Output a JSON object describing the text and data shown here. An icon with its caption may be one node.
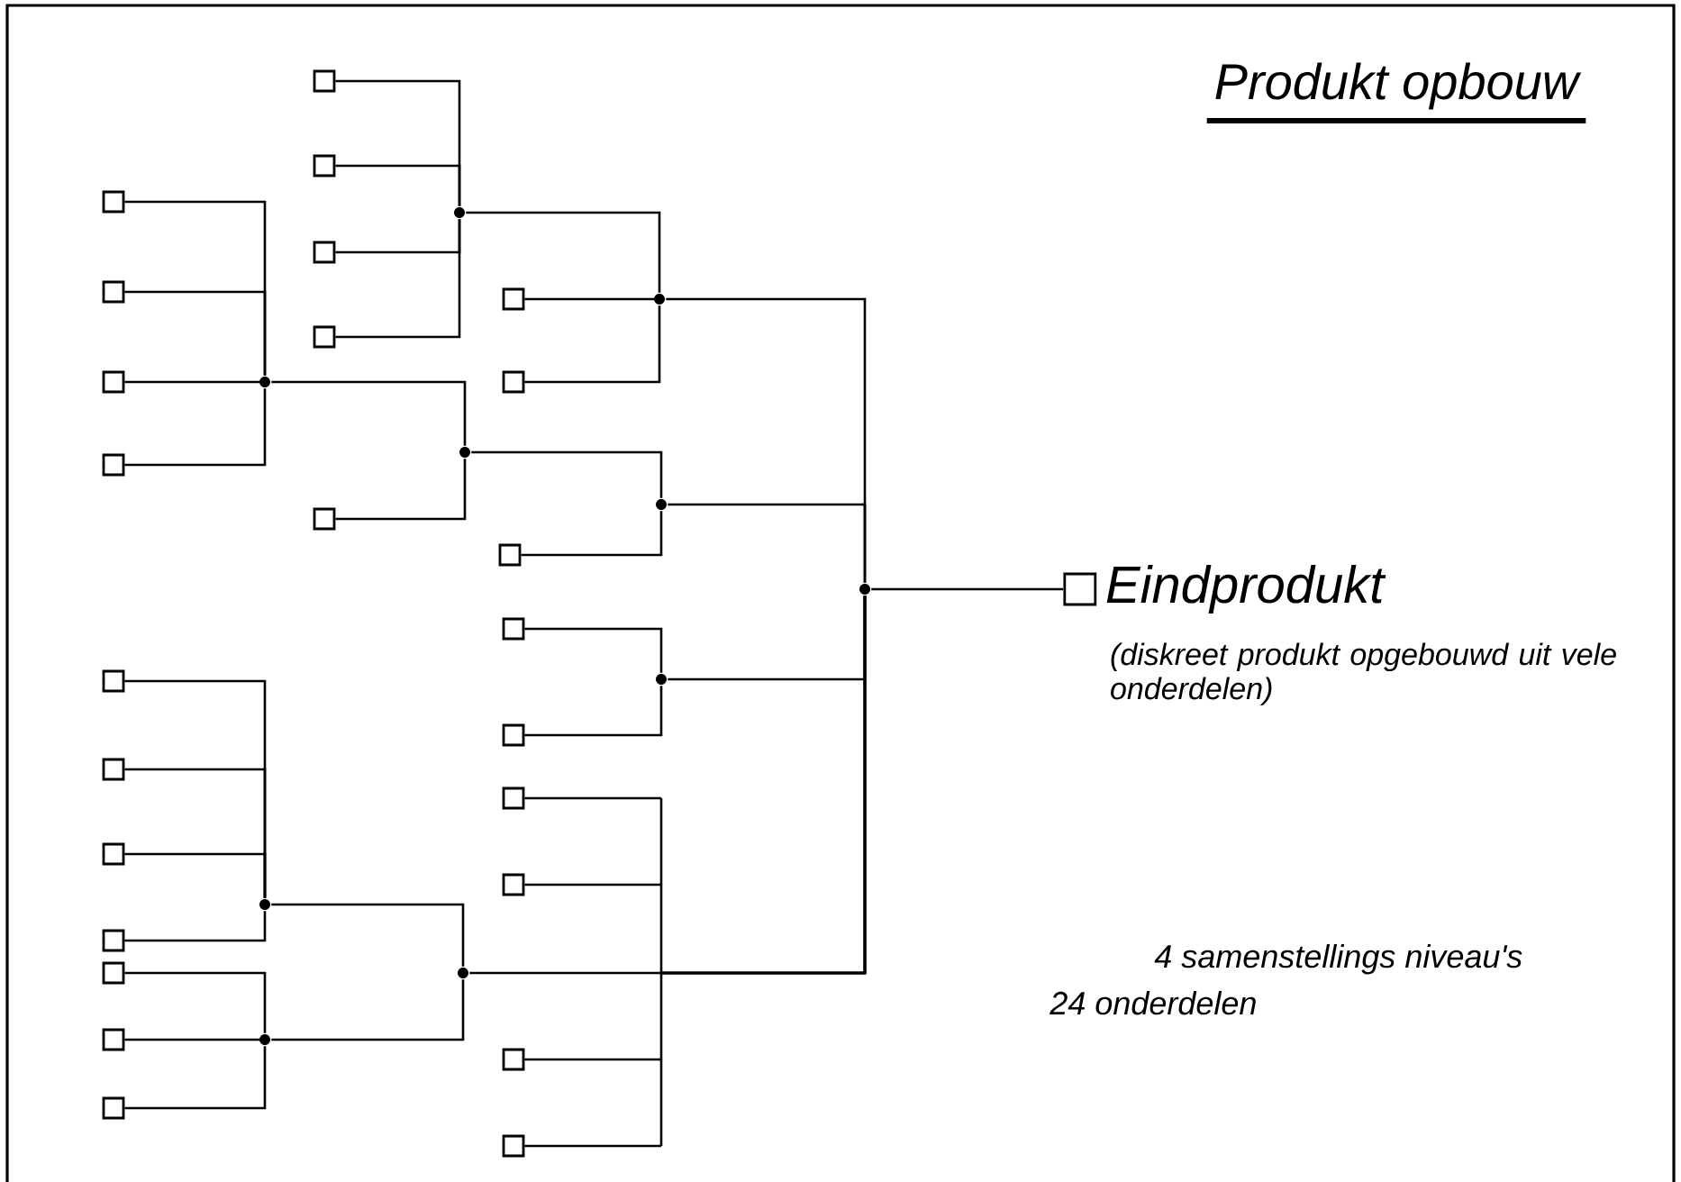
{
  "diagram": {
    "title": "Produkt opbouw",
    "nodes": [
      {
        "text": [],
        "shape": "box"
      },
      {
        "text": [],
        "shape": "box"
      },
      {
        "text": [],
        "shape": "box"
      },
      {
        "text": [],
        "shape": "box"
      },
      {
        "text": [],
        "shape": "box"
      },
      {
        "text": [],
        "shape": "box"
      },
      {
        "text": [],
        "shape": "box"
      },
      {
        "text": [],
        "shape": "box"
      },
      {
        "text": [],
        "shape": "box"
      },
      {
        "text": [],
        "shape": "box"
      },
      {
        "text": [],
        "shape": "box"
      },
      {
        "text": [],
        "shape": "box"
      },
      {
        "text": [],
        "shape": "box"
      },
      {
        "text": [],
        "shape": "box"
      },
      {
        "text": [],
        "shape": "box"
      },
      {
        "text": [],
        "shape": "box"
      },
      {
        "text": [],
        "shape": "box"
      },
      {
        "text": [],
        "shape": "box"
      },
      {
        "text": [],
        "shape": "box"
      },
      {
        "text": [],
        "shape": "box"
      },
      {
        "text": [],
        "shape": "box"
      },
      {
        "text": [],
        "shape": "box"
      },
      {
        "text": [],
        "shape": "box"
      },
      {
        "text": [],
        "shape": "box"
      },
      {
        "text": [],
        "shape": "box"
      },
      {
        "text": [],
        "shape": "dot"
      },
      {
        "text": [],
        "shape": "dot"
      },
      {
        "text": [],
        "shape": "dot"
      },
      {
        "text": [],
        "shape": "dot"
      },
      {
        "text": [],
        "shape": "dot"
      },
      {
        "text": [],
        "shape": "dot"
      },
      {
        "text": [],
        "shape": "dot"
      },
      {
        "text": [],
        "shape": "dot"
      },
      {
        "text": [],
        "shape": "dot"
      },
      {
        "text": [],
        "shape": "dot"
      },
      {
        "text": [
          "Eindprodukt"
        ],
        "beside": [
          "(diskreet produkt opgebouwd uit vele onderdelen)"
        ]
      }
    ],
    "edges": [
      {
        "from": 0,
        "to": 25,
        "arrow": "none"
      },
      {
        "from": 1,
        "to": 25,
        "arrow": "none"
      },
      {
        "from": 2,
        "to": 25,
        "arrow": "none"
      },
      {
        "from": 3,
        "to": 25,
        "arrow": "none"
      },
      {
        "from": 4,
        "to": 26,
        "arrow": "none"
      },
      {
        "from": 5,
        "to": 26,
        "arrow": "none"
      },
      {
        "from": 6,
        "to": 26,
        "arrow": "none"
      },
      {
        "from": 7,
        "to": 26,
        "arrow": "none"
      },
      {
        "from": 26,
        "to": 27,
        "arrow": "none"
      },
      {
        "from": 8,
        "to": 27,
        "arrow": "none"
      },
      {
        "from": 25,
        "to": 28,
        "arrow": "none"
      },
      {
        "from": 9,
        "to": 28,
        "arrow": "none"
      },
      {
        "from": 10,
        "to": 28,
        "arrow": "none"
      },
      {
        "from": 27,
        "to": 29,
        "arrow": "none"
      },
      {
        "from": 11,
        "to": 29,
        "arrow": "none"
      },
      {
        "from": 12,
        "to": 30,
        "arrow": "none"
      },
      {
        "from": 13,
        "to": 30,
        "arrow": "none"
      },
      {
        "from": 14,
        "to": 31,
        "arrow": "none"
      },
      {
        "from": 15,
        "to": 31,
        "arrow": "none"
      },
      {
        "from": 16,
        "to": 31,
        "arrow": "none"
      },
      {
        "from": 17,
        "to": 31,
        "arrow": "none"
      },
      {
        "from": 18,
        "to": 32,
        "arrow": "none"
      },
      {
        "from": 19,
        "to": 32,
        "arrow": "none"
      },
      {
        "from": 20,
        "to": 32,
        "arrow": "none"
      },
      {
        "from": 31,
        "to": 33,
        "arrow": "none"
      },
      {
        "from": 32,
        "to": 33,
        "arrow": "none"
      },
      {
        "from": 28,
        "to": 34,
        "arrow": "none"
      },
      {
        "from": 29,
        "to": 34,
        "arrow": "none"
      },
      {
        "from": 30,
        "to": 34,
        "arrow": "none"
      },
      {
        "from": 33,
        "to": 34,
        "arrow": "none"
      },
      {
        "from": 21,
        "to": 34,
        "arrow": "none"
      },
      {
        "from": 22,
        "to": 34,
        "arrow": "none"
      },
      {
        "from": 23,
        "to": 34,
        "arrow": "none"
      },
      {
        "from": 24,
        "to": 34,
        "arrow": "none"
      },
      {
        "from": 34,
        "to": 35,
        "arrow": "none"
      }
    ],
    "labels": [
      "4 samenstellings niveau's",
      "24 onderdelen"
    ]
  }
}
